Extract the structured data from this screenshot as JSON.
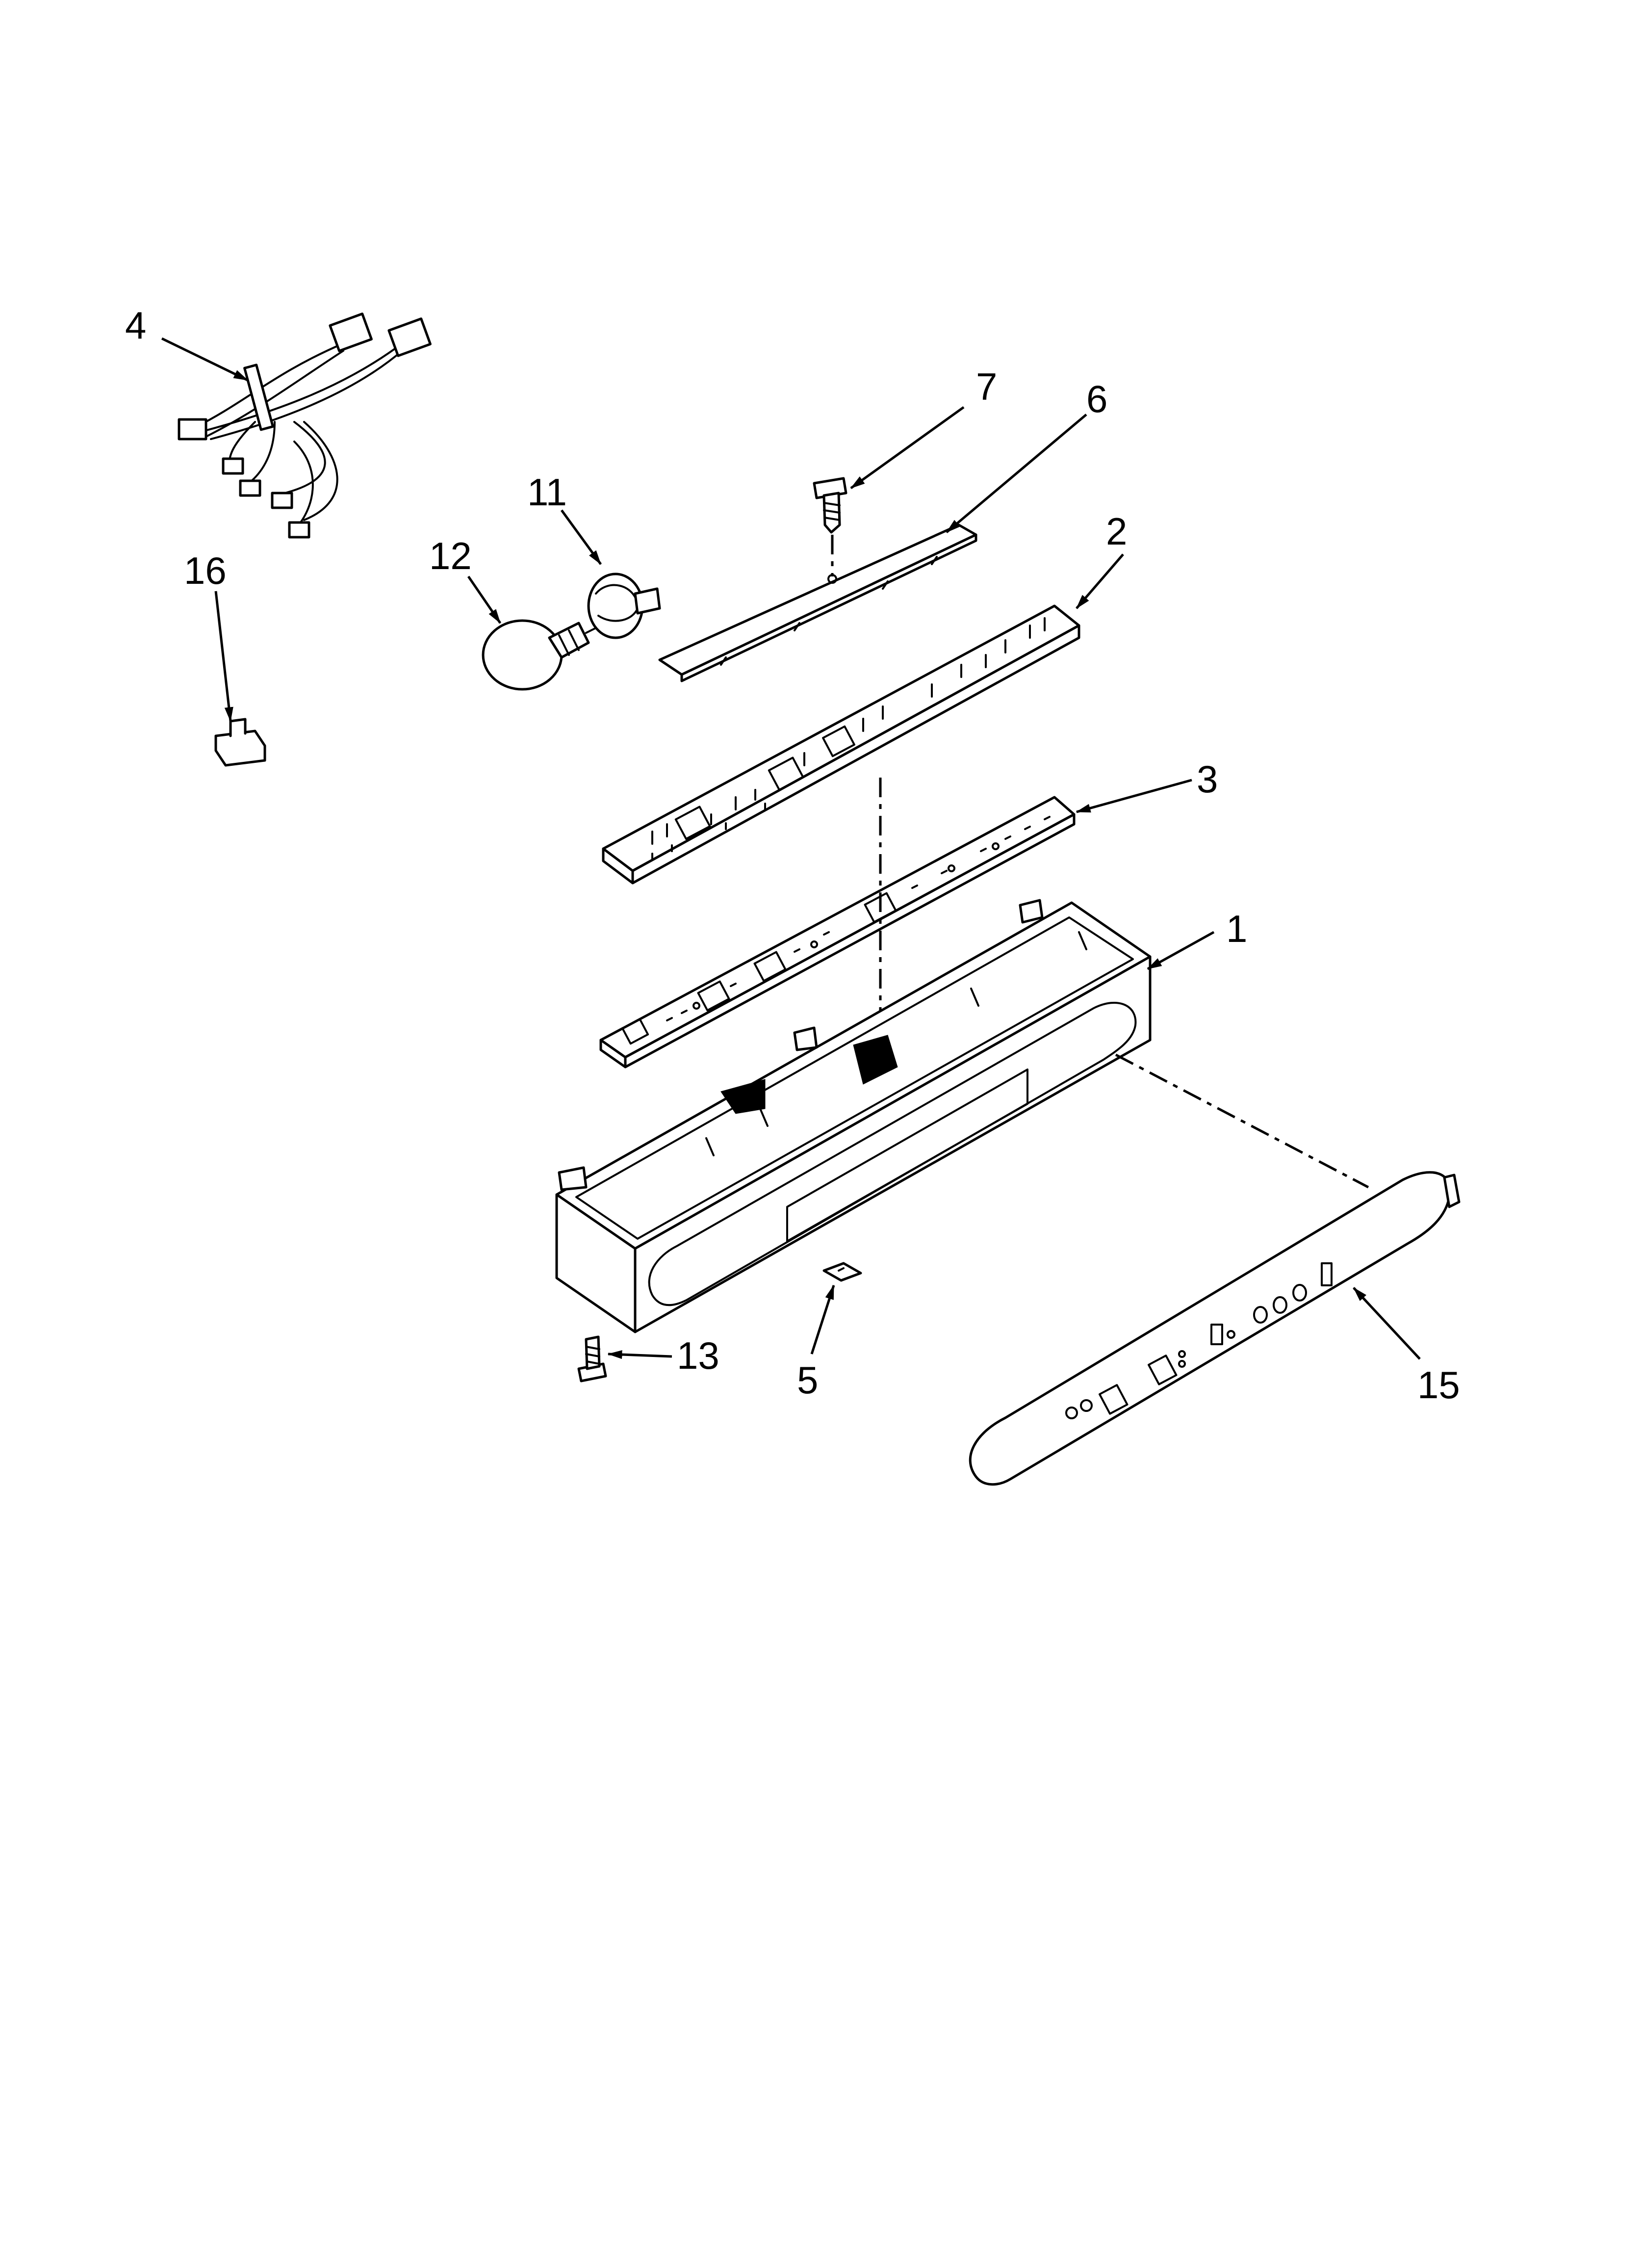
{
  "callouts": {
    "c1": "1",
    "c2": "2",
    "c3": "3",
    "c4": "4",
    "c5": "5",
    "c6": "6",
    "c7": "7",
    "c11": "11",
    "c12": "12",
    "c13": "13",
    "c15": "15",
    "c16": "16"
  },
  "colors": {
    "line": "#000000",
    "background": "#ffffff"
  }
}
